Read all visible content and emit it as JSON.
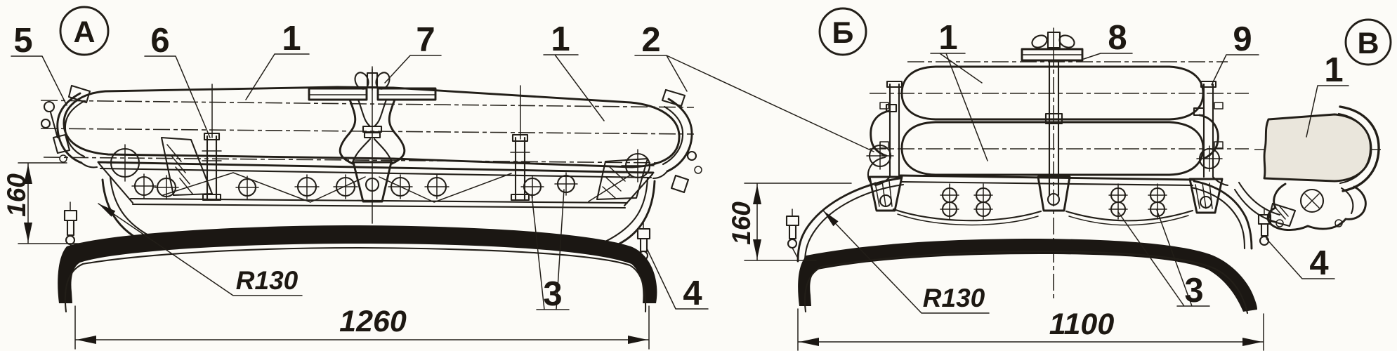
{
  "page": {
    "paper_color": "#fcfbf7",
    "ink_color": "#221e18",
    "band_color": "#1b1713"
  },
  "views": {
    "a": {
      "label": "А"
    },
    "b": {
      "label": "Б"
    },
    "v": {
      "label": "В"
    }
  },
  "callouts": {
    "a_5": "5",
    "a_6": "6",
    "a_1_left": "1",
    "a_7": "7",
    "a_1_right": "1",
    "a_2": "2",
    "a_3": "3",
    "a_4": "4",
    "b_1": "1",
    "b_8": "8",
    "b_9": "9",
    "b_3": "3",
    "b_4": "4",
    "v_1": "1"
  },
  "dimensions": {
    "a_height": "160",
    "a_length": "1260",
    "a_radius": "R130",
    "b_height": "160",
    "b_length": "1100",
    "b_radius": "R130"
  }
}
